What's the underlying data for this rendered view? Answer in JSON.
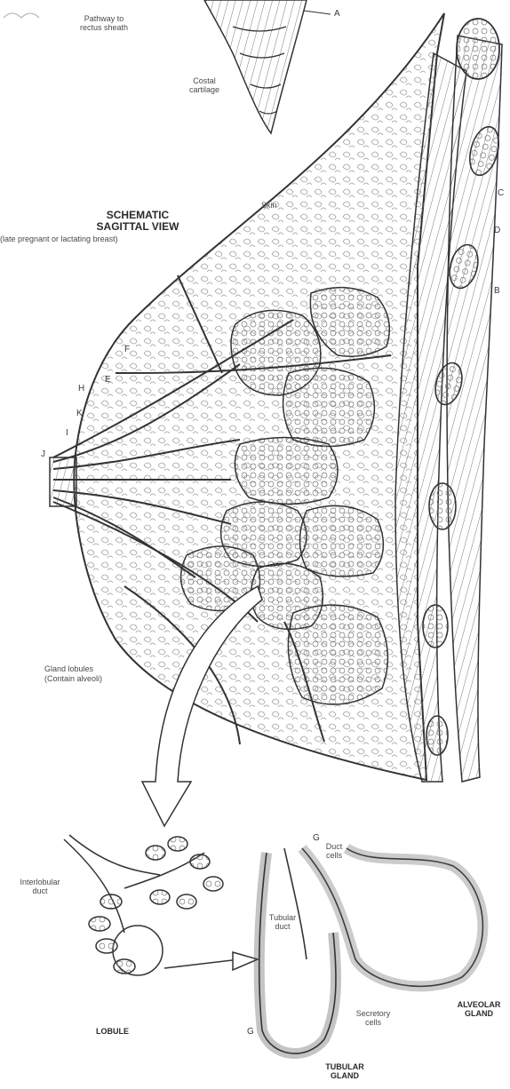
{
  "top_labels": {
    "pathway": [
      "Pathway to",
      "rectus sheath"
    ],
    "costal": [
      "Costal",
      "cartilage"
    ]
  },
  "title": {
    "line1": "SCHEMATIC",
    "line2": "SAGITTAL VIEW",
    "subtitle": "(late pregnant or lactating breast)"
  },
  "labels": {
    "skin": "Skin",
    "gland_lobules": [
      "Gland lobules",
      "(Contain alveoli)"
    ],
    "interlobular_duct": [
      "Interlobular",
      "duct"
    ],
    "lobule": "LOBULE",
    "duct_cells": [
      "Duct",
      "cells"
    ],
    "tubular_duct": [
      "Tubular",
      "duct"
    ],
    "secretory_cells": [
      "Secretory",
      "cells"
    ],
    "alveolar_gland": [
      "ALVEOLAR",
      "GLAND"
    ],
    "tubular_gland": [
      "TUBULAR",
      "GLAND"
    ]
  },
  "letters": {
    "A": "A",
    "B": "B",
    "C": "C",
    "D": "D",
    "E": "E",
    "F": "F",
    "G": "G",
    "H": "H",
    "I": "I",
    "J": "J",
    "K": "K"
  }
}
